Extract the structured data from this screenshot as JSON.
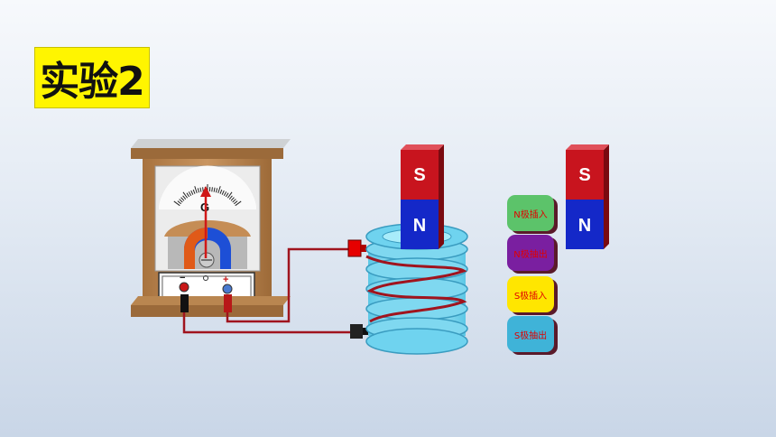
{
  "title": "实验2",
  "galvanometer": {
    "label": "G",
    "minus": "−",
    "plus": "+"
  },
  "magnet_in_coil": {
    "top_pole": "S",
    "bottom_pole": "N"
  },
  "magnet_side": {
    "top_pole": "S",
    "bottom_pole": "N"
  },
  "buttons": [
    {
      "label": "N极插入",
      "color": "#5cc36a"
    },
    {
      "label": "N极抽出",
      "color": "#7a1fa0"
    },
    {
      "label": "S极插入",
      "color": "#ffe600"
    },
    {
      "label": "S极抽出",
      "color": "#3fb3d8"
    }
  ],
  "colors": {
    "magnet_red": "#c8141e",
    "magnet_blue": "#1428c8",
    "wire": "#a0141e",
    "coil": "#8ee0f4"
  }
}
